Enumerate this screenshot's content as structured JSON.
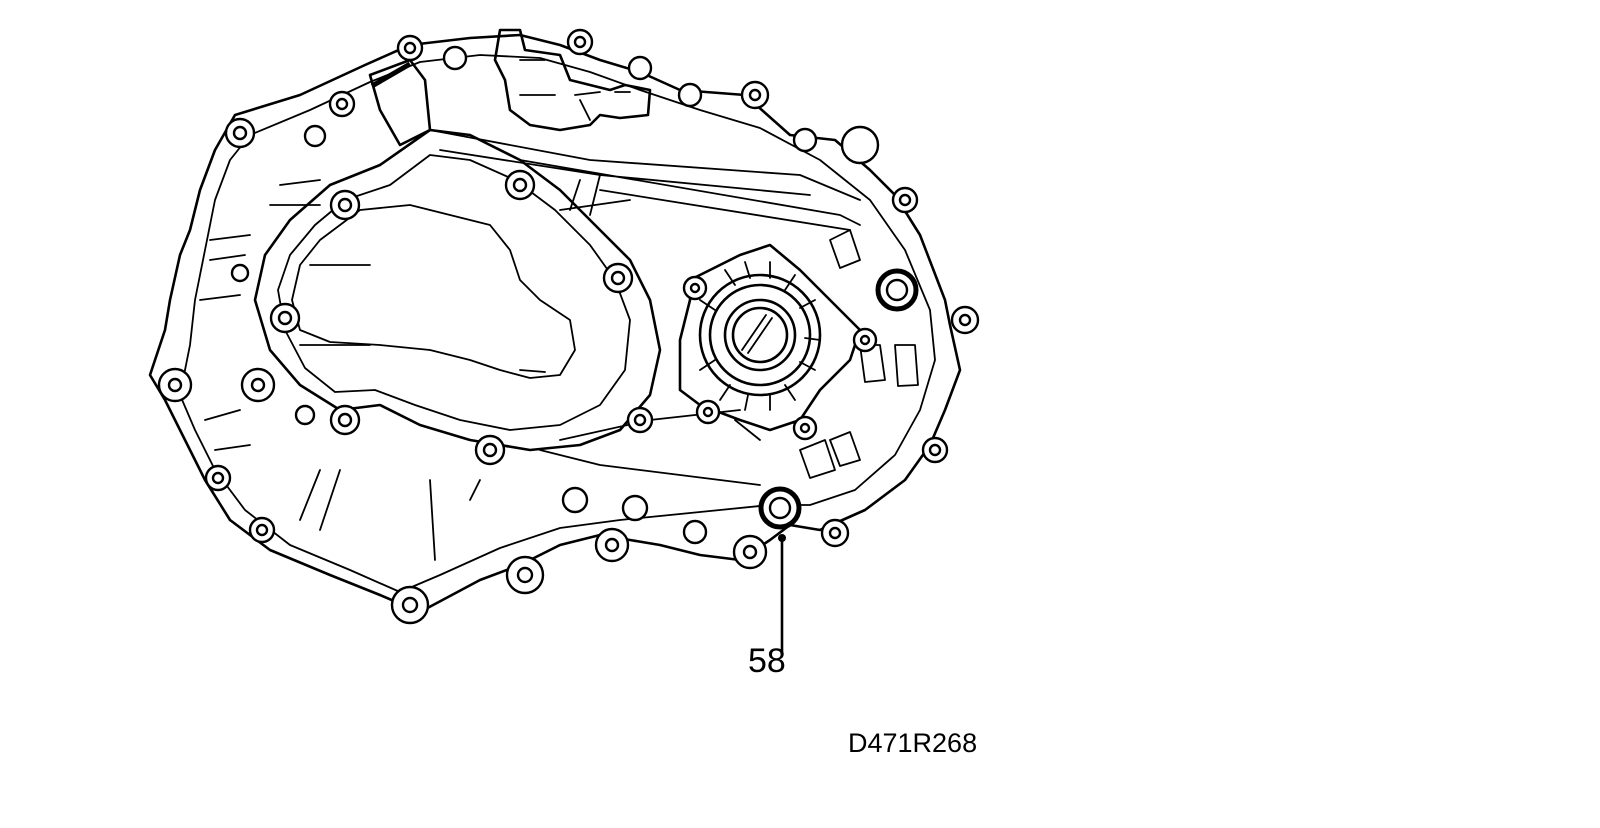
{
  "callouts": [
    {
      "label": "58",
      "target": "drain-plug"
    }
  ],
  "figure_code": "D471R268",
  "icons": [
    "gearbox-housing-icon",
    "drain-plug-icon",
    "filler-plug-icon",
    "leader-line-icon"
  ]
}
